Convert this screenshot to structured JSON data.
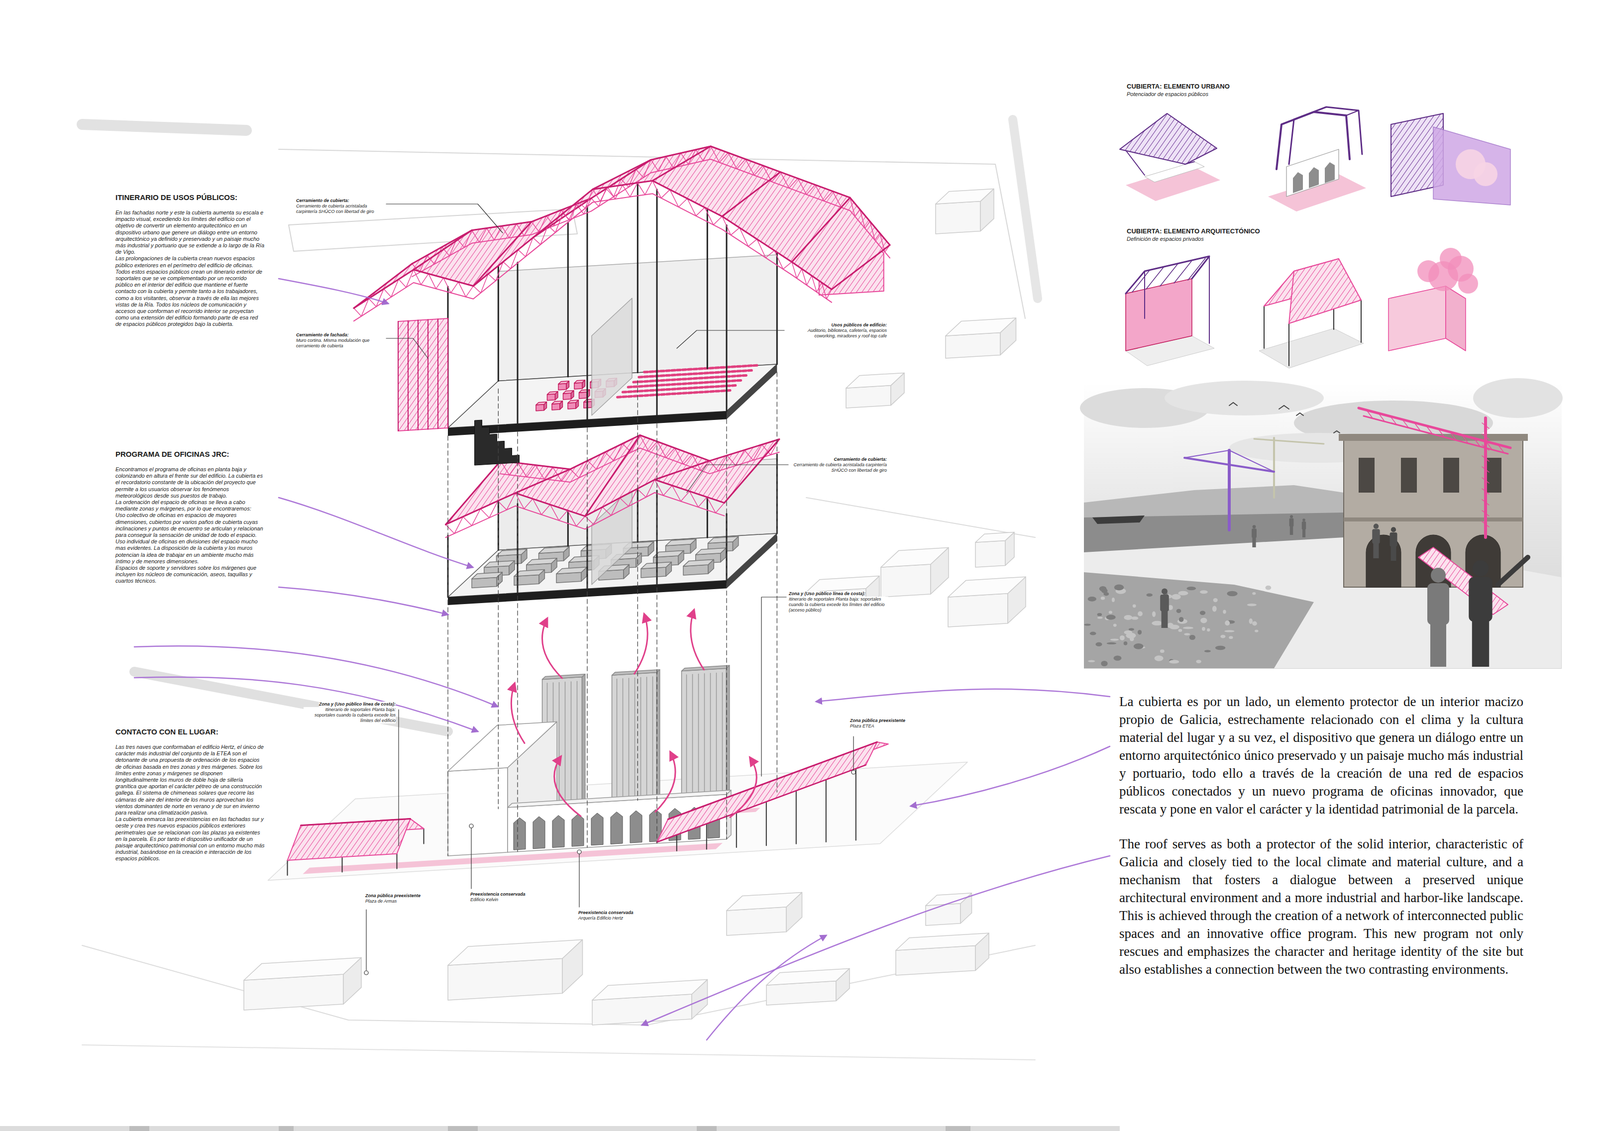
{
  "diagram": {
    "labels": [
      "ITINERARIO DE USOS PÚBLICOS:",
      "En las fachadas norte y este la cubierta aumenta su escala e impacto visual, excediendo los límites del edificio con el objetivo de convertir un elemento arquitectónico en un dispositivo urbano que genere un diálogo entre un entorno arquitectónico ya definido y preservado y un paisaje mucho más industrial y portuario que se extiende a lo largo de la Ría de Vigo.",
      "Las prolongaciones de la cubierta crean nuevos espacios público exteriores en el perímetro del edificio de oficinas. Todos estos espacios públicos crean un itinerario exterior de soportales que se ve complementado por un recorrido público en el interior del edificio que mantiene el fuerte contacto con la cubierta y permite tanto a los trabajadores, como a los visitantes, observar a través de ella las mejores vistas de la Ría. Todos los núcleos de comunicación y accesos que conforman el recorrido interior se proyectan como una extensión del edificio formando parte de esa red de espacios públicos protegidos bajo la cubierta.",
      "Cerramiento de cubierta:",
      "Cerramiento de cubierta acristalada carpintería SHÜCO con libertad de giro",
      "Cerramiento de fachada:",
      "Muro cortina. Misma modulación que cerramiento de cubierta",
      "Usos públicos de edificio:",
      "Auditorio, biblioteca, cafetería, espacios coworking, miradores y roof-top cafe",
      "PROGRAMA DE OFICINAS JRC:",
      "Encontramos el programa de oficinas en planta baja y colonizando en altura el frente sur del edificio. La cubierta es el recordatorio constante de la ubicación del proyecto que permite a los usuarios observar los fenómenos meteorológicos desde sus puestos de trabajo.",
      "La ordenación del espacio de oficinas se lleva a cabo mediante zonas y márgenes, por lo que encontraremos:",
      "Uso colectivo de oficinas en espacios de mayores dimensiones, cubiertos por varios paños de cubierta cuyas inclinaciones y puntos de encuentro se articulan y relacionan para conseguir la sensación de unidad de todo el espacio.",
      "Uso individual de oficinas en divisiones del espacio mucho mas evidentes. La disposición de la cubierta y los muros potencian la idea de trabajar en un ambiente mucho más íntimo y de menores dimensiones.",
      "Espacios de soporte y servidores sobre los márgenes que incluyen los núcleos de comunicación, aseos, taquillas y cuartos técnicos.",
      "Cerramiento de cubierta:",
      "Cerramiento de cubierta acristalada carpintería SHÜCO con libertad de giro",
      "Zona y (Uso público línea de costa):",
      "Itinerario de soportales Planta baja: soportales cuando la cubierta excede los límites del edificio (acceso público)",
      "Zona y (Uso público línea de costa):",
      "Itinerario de soportales Planta baja: soportales cuando la cubierta excede los límites del edificio",
      "Zona pública preexistente",
      "Plaza ETEA",
      "CONTACTO CON EL LUGAR:",
      "Las tres naves que conformaban el edificio Hertz, el único de carácter más industrial del conjunto de la ETEA son el detonante de una propuesta de ordenación de los espacios de oficinas basada en tres zonas y tres márgenes. Sobre los límites entre zonas y márgenes se disponen longitudinalmente los muros de doble hoja de sillería granítica que aportan el carácter pétreo de una construcción gallega. El sistema de chimeneas solares que recorre las cámaras de aire del interior de los muros aprovechan los vientos dominantes de norte en verano y de sur en invierno para realizar una climatización pasiva.",
      "La cubierta enmarca las preexistencias en las fachadas sur y oeste y crea tres nuevos espacios públicos exteriores perimetrales que se relacionan con las plazas ya existentes en la parcela. Es por tanto el dispositivo unificador de un paisaje arquitectónico patrimonial con un entorno mucho más industrial, basándose en la creación e interacción de los espacios públicos.",
      "Zona pública preexistente",
      "Plaza de Armas",
      "Preexistencia conservada",
      "Edificio Kelvin",
      "Preexistencia conservada",
      "Arquería Edificio Hertz",
      "CUBIERTA: ELEMENTO URBANO",
      "Potenciador de espacios públicos",
      "CUBIERTA: ELEMENTO ARQUITECTÓNICO",
      "Definición de espacios privados",
      "La cubierta es por un lado, un elemento protector de un interior macizo propio de Galicia, estrechamente relacionado con el clima y la cultura material del lugar y a su vez, el dispositivo que genera un diálogo entre un entorno arquitectónico único preservado y un paisaje mucho más industrial y portuario, todo ello a través de la creación de una red de espacios públicos conectados y un nuevo programa de oficinas innovador, que rescata y pone en valor el carácter y la identidad patrimonial de la parcela.",
      "The roof serves as both a protector of the solid interior, characteristic of Galicia and closely tied to the local climate and material culture, and a mechanism that fosters a dialogue between a preserved unique architectural environment and a more industrial and harbor-like landscape. This is achieved through the creation of a network of interconnected public spaces and an innovative office program. This new program not only rescues and emphasizes the character and heritage identity of the site but also establishes a connection between the two contrasting environments."
    ]
  }
}
